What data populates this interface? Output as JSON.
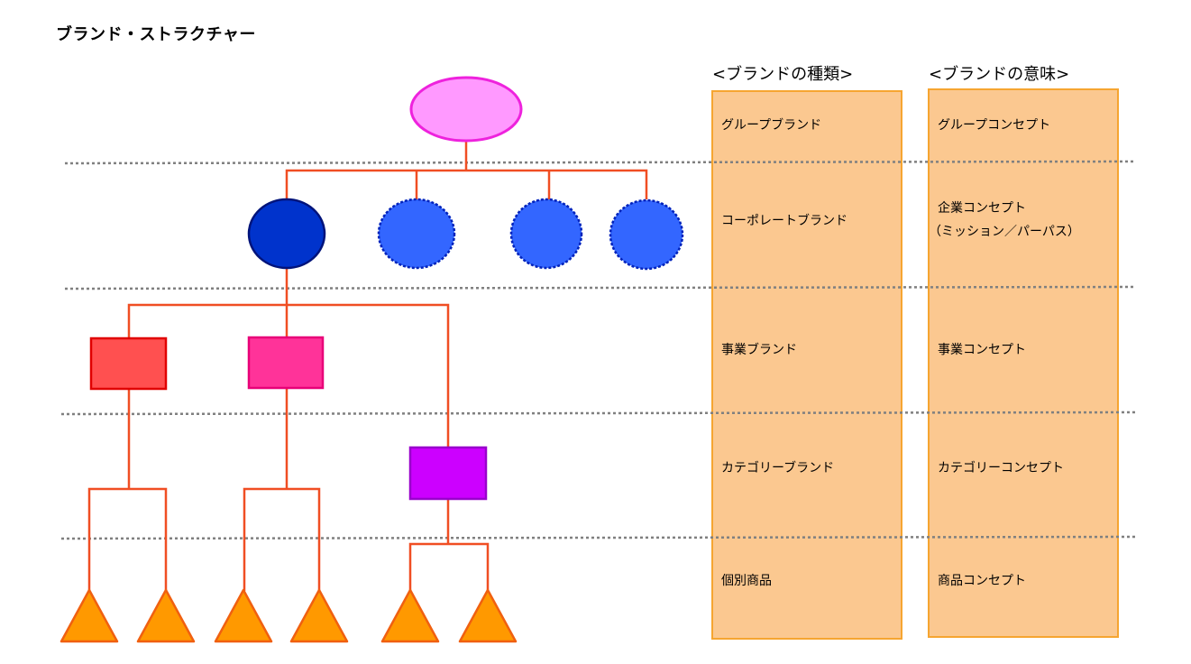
{
  "title": "ブランド・ストラクチャー",
  "columns": {
    "type_header": "<ブランドの種類>",
    "meaning_header": "<ブランドの意味>"
  },
  "levels": [
    {
      "type": "グループブランド",
      "meaning": [
        "グループコンセプト"
      ]
    },
    {
      "type": "コーポレートブランド",
      "meaning": [
        "企業コンセプト",
        "（ミッション／パーパス）"
      ]
    },
    {
      "type": "事業ブランド",
      "meaning": [
        "事業コンセプト"
      ]
    },
    {
      "type": "カテゴリーブランド",
      "meaning": [
        "カテゴリーコンセプト"
      ]
    },
    {
      "type": "個別商品",
      "meaning": [
        "商品コンセプト"
      ]
    }
  ],
  "colors": {
    "connector": "#f04e23",
    "group_fill": "#ff99ff",
    "group_stroke": "#ee22dd",
    "corporate_main_fill": "#0033cc",
    "corporate_main_stroke": "#00137a",
    "corporate_other_fill": "#3366ff",
    "corporate_other_stroke": "#0022bb",
    "business_red_fill": "#ff5050",
    "business_red_stroke": "#e00000",
    "business_pink_fill": "#ff3399",
    "business_pink_stroke": "#e80078",
    "category_fill": "#cc00ff",
    "category_stroke": "#9900cc",
    "product_fill": "#ff9900",
    "product_stroke": "#f06010",
    "column_fill": "#fbc890",
    "column_stroke": "#f6a531",
    "divider": "#808080"
  }
}
